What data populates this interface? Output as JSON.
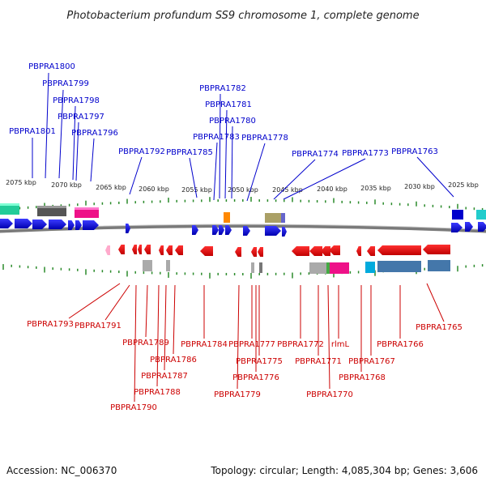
{
  "title": "Photobacterium profundum SS9 chromosome 1, complete genome",
  "footer": {
    "accession": "Accession: NC_006370",
    "summary": "Topology: circular; Length: 4,085,304 bp; Genes: 3,606"
  },
  "colors": {
    "forward_label": "#0000cc",
    "reverse_label": "#cc0000",
    "ruler": "#2a8a2a",
    "backbone": "#888888"
  },
  "scale": {
    "top_kbp_labels": [
      "2075 kbp",
      "2070 kbp",
      "2065 kbp",
      "2060 kbp",
      "2055 kbp",
      "2050 kbp",
      "2045 kbp",
      "2040 kbp",
      "2035 kbp",
      "2030 kbp",
      "2025 kbp"
    ]
  },
  "forward_genes": [
    "PBPRA1801",
    "PBPRA1800",
    "PBPRA1799",
    "PBPRA1798",
    "PBPRA1797",
    "PBPRA1796",
    "PBPRA1792",
    "PBPRA1785",
    "PBPRA1783",
    "PBPRA1782",
    "PBPRA1781",
    "PBPRA1780",
    "PBPRA1778",
    "PBPRA1774",
    "PBPRA1773",
    "PBPRA1763"
  ],
  "reverse_genes": [
    "PBPRA1793",
    "PBPRA1791",
    "PBPRA1790",
    "PBPRA1789",
    "PBPRA1788",
    "PBPRA1787",
    "PBPRA1786",
    "PBPRA1784",
    "PBPRA1779",
    "PBPRA1777",
    "PBPRA1776",
    "PBPRA1775",
    "PBPRA1772",
    "PBPRA1771",
    "PBPRA1770",
    "rlmL",
    "PBPRA1768",
    "PBPRA1767",
    "PBPRA1766",
    "PBPRA1765"
  ]
}
